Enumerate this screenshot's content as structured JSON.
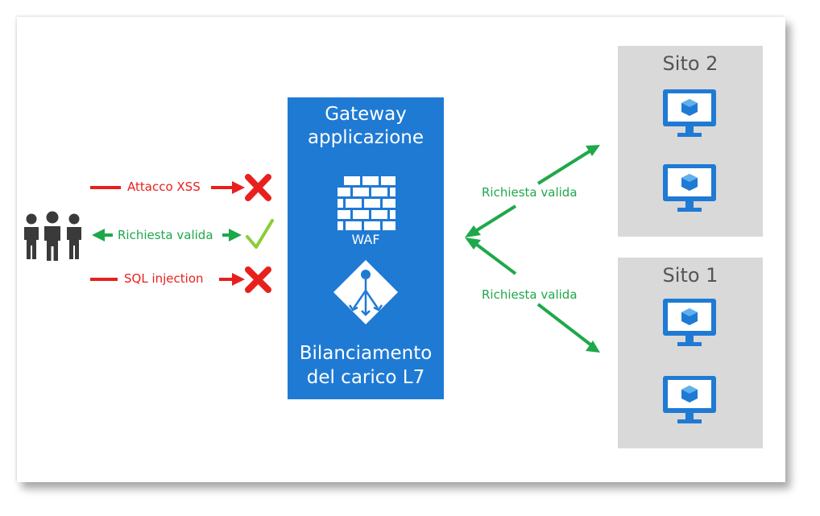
{
  "gateway": {
    "title_line1": "Gateway",
    "title_line2": "applicazione",
    "waf_label": "WAF",
    "lb_line1": "Bilanciamento",
    "lb_line2": "del carico L7"
  },
  "requests": [
    {
      "label": "Attacco XSS",
      "color": "#e8201d",
      "result": "blocked"
    },
    {
      "label": "Richiesta valida",
      "color": "#1fa84a",
      "result": "allowed"
    },
    {
      "label": "SQL injection",
      "color": "#e8201d",
      "result": "blocked"
    }
  ],
  "backend_labels": {
    "upper": "Richiesta valida",
    "lower": "Richiesta valida"
  },
  "sites": [
    {
      "title": "Sito 2"
    },
    {
      "title": "Sito 1"
    }
  ],
  "colors": {
    "gateway_blue": "#1f7ad4",
    "attack_red": "#e8201d",
    "valid_green": "#1fa84a",
    "check_green": "#8ccc3a",
    "site_gray": "#d9d9d9",
    "users_gray": "#3a3a3a",
    "monitor_blue": "#1f7ad4"
  },
  "icons": [
    "users-icon",
    "firewall-brick-icon",
    "load-balancer-icon",
    "virtual-machine-icon",
    "blocked-x-icon",
    "allowed-check-icon"
  ]
}
